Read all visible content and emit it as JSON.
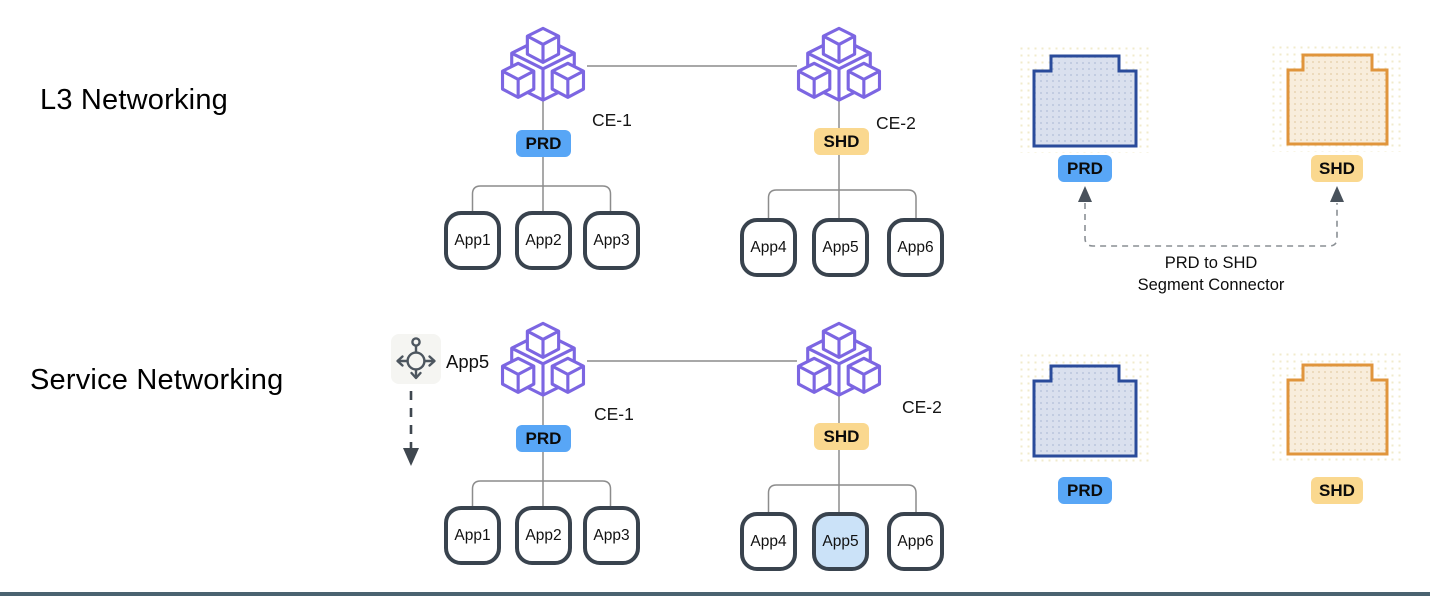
{
  "page": {
    "background": "#FFFFFF",
    "footer_bar_color": "#4A6370"
  },
  "colors": {
    "cluster_purple": "#7C66E2",
    "prd_badge_blue": "#58A6F6",
    "shd_badge_yellow": "#FAD88F",
    "prd_segment_border": "#2A4B9B",
    "prd_segment_fill": "#DAE0EE",
    "shd_segment_border": "#E0953C",
    "shd_segment_fill": "#F8EDDC",
    "app_border_dark": "#39434E",
    "app_highlight_fill": "#CBE2F8",
    "connector_gray": "#8A8F94",
    "arrow_dark": "#49525C"
  },
  "rows": [
    {
      "title": "L3 Networking",
      "clusters": [
        {
          "name": "CE-1",
          "badge": "PRD",
          "apps": [
            "App1",
            "App2",
            "App3"
          ]
        },
        {
          "name": "CE-2",
          "badge": "SHD",
          "apps": [
            "App4",
            "App5",
            "App6"
          ]
        }
      ],
      "panel": {
        "prd_badge": "PRD",
        "shd_badge": "SHD",
        "connector_label_line1": "PRD to SHD",
        "connector_label_line2": "Segment Connector"
      }
    },
    {
      "title": "Service Networking",
      "moved_service_label": "App5",
      "clusters": [
        {
          "name": "CE-1",
          "badge": "PRD",
          "apps": [
            "App1",
            "App2",
            "App3"
          ]
        },
        {
          "name": "CE-2",
          "badge": "SHD",
          "apps": [
            "App4",
            "App5",
            "App6"
          ],
          "highlighted_app": "App5"
        }
      ],
      "panel": {
        "prd_badge": "PRD",
        "shd_badge": "SHD"
      }
    }
  ]
}
